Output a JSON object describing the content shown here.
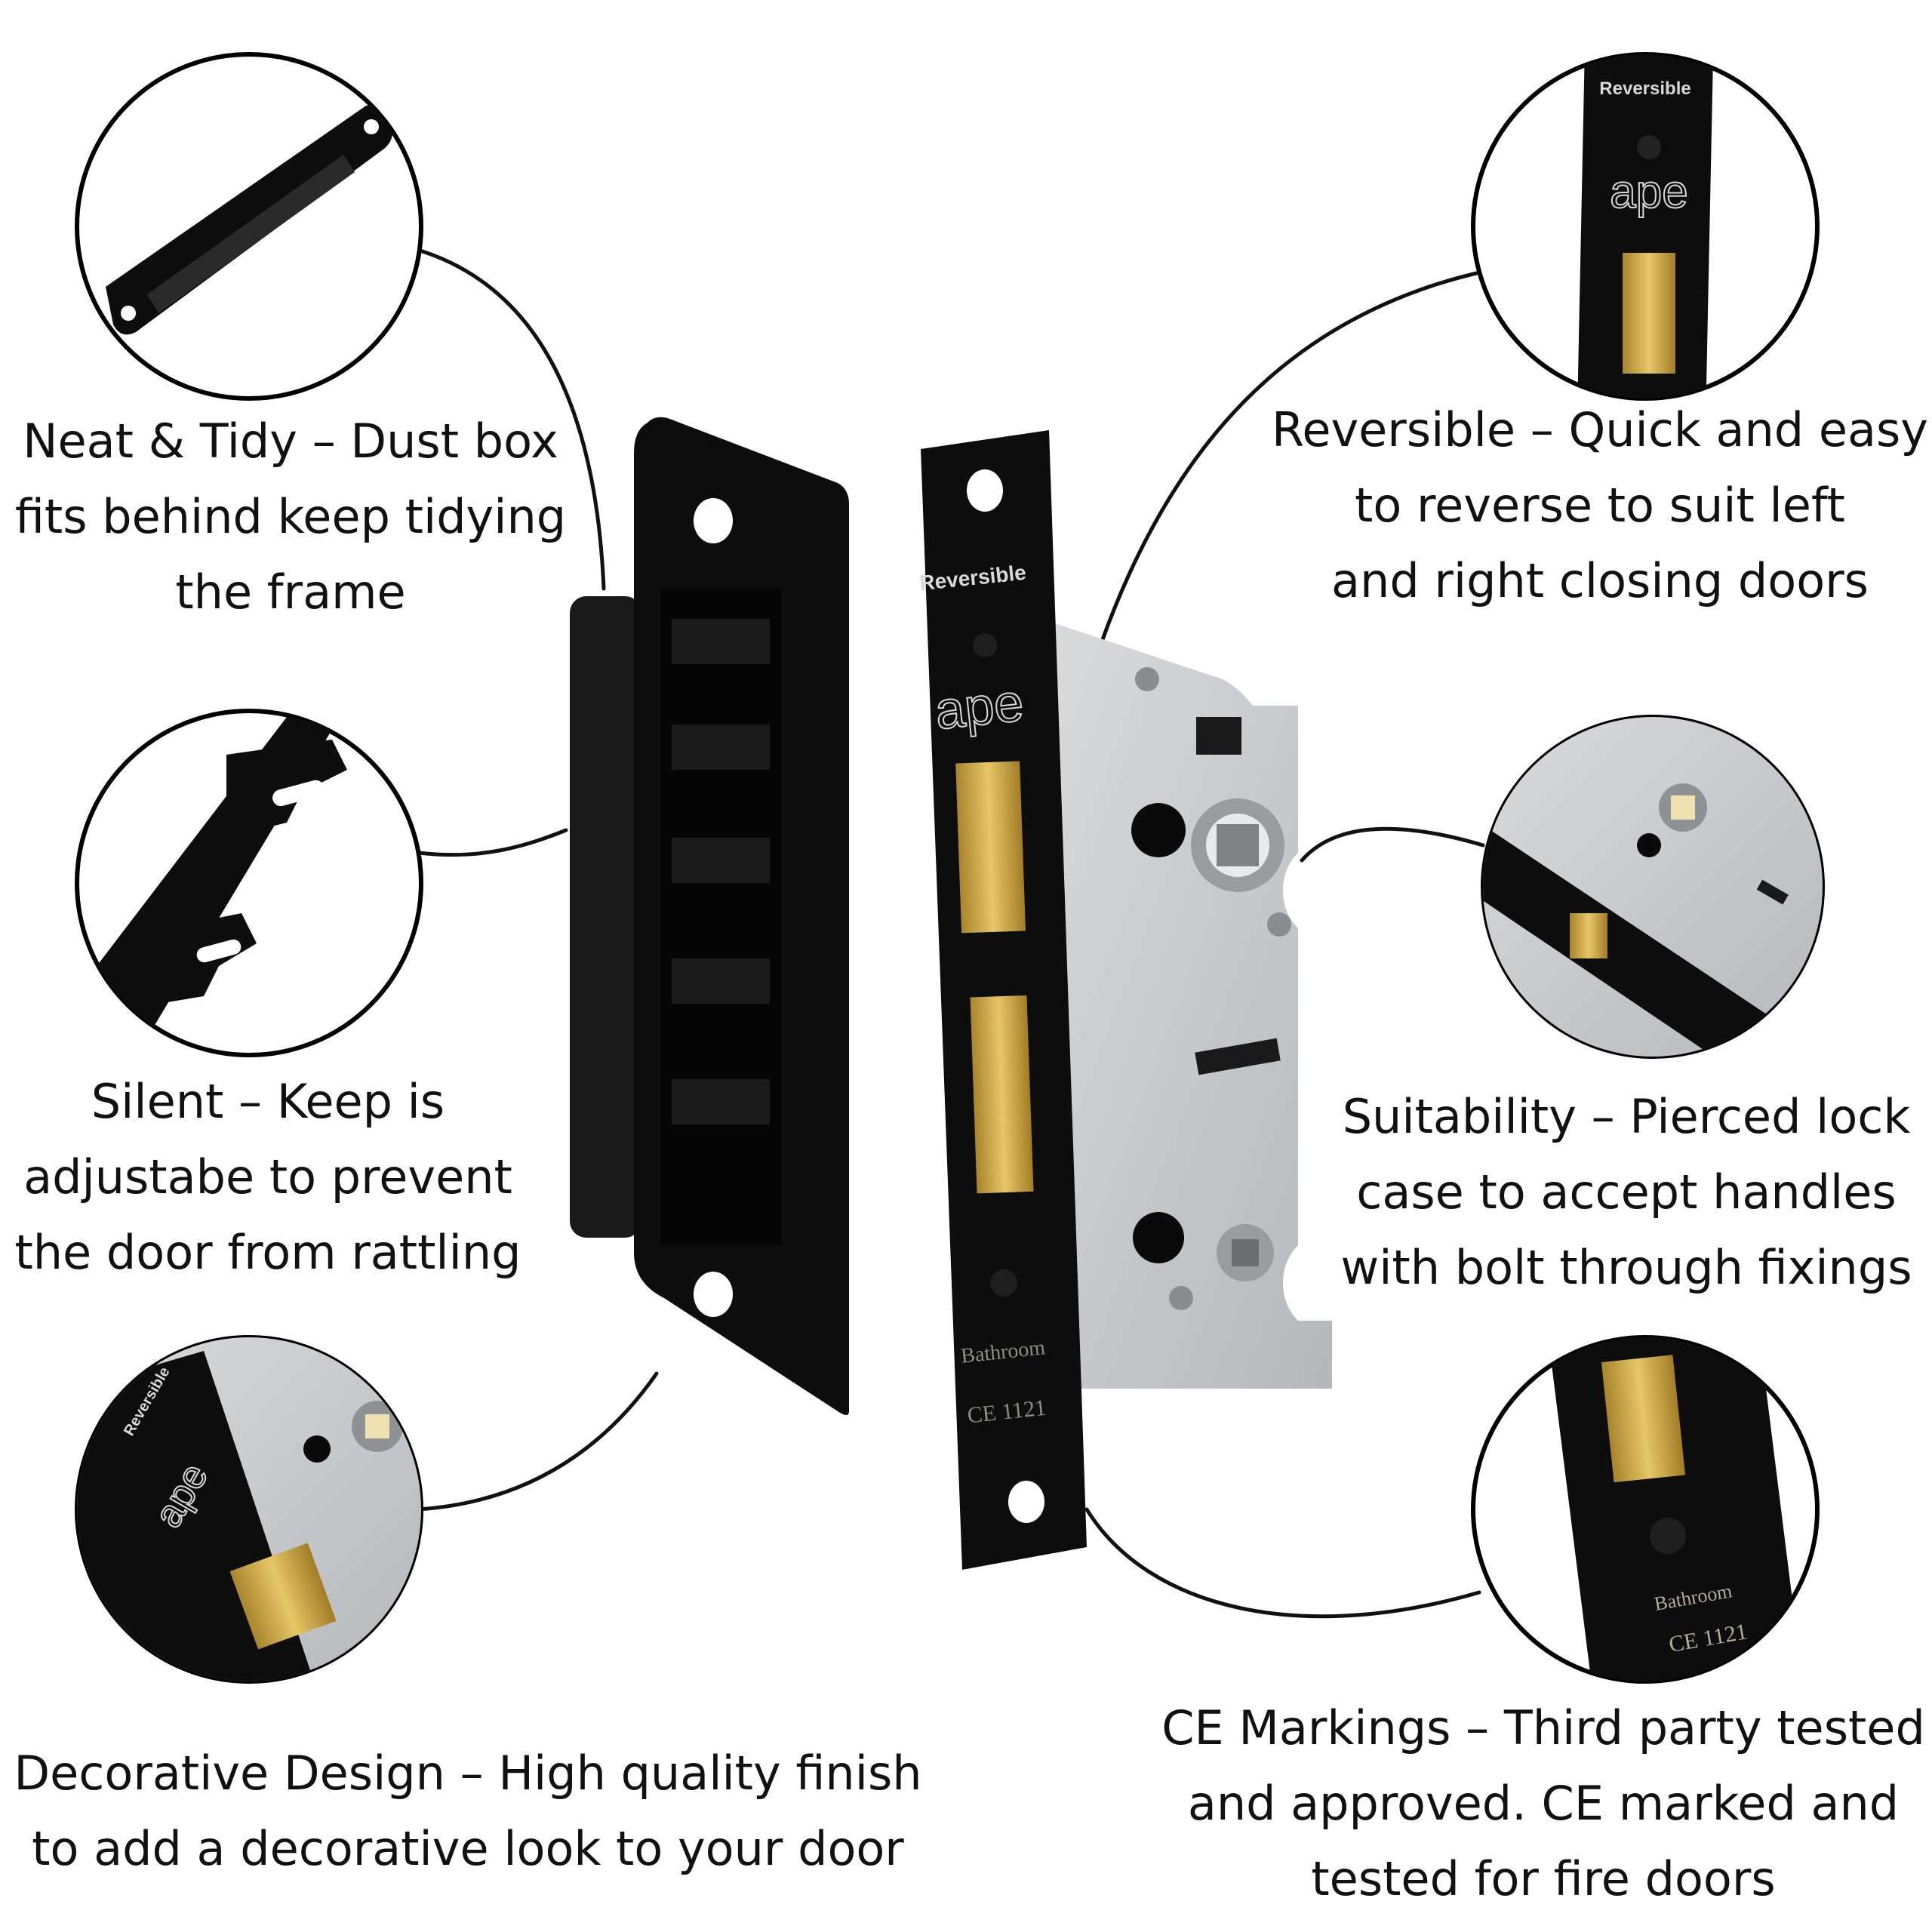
{
  "features": [
    {
      "id": "neat-tidy",
      "lines": [
        "Neat & Tidy – Dust box",
        "fits behind keep tidying",
        "the frame"
      ]
    },
    {
      "id": "silent",
      "lines": [
        "Silent – Keep is",
        "adjustabe to prevent",
        "the door from rattling"
      ]
    },
    {
      "id": "decorative",
      "lines": [
        "Decorative Design – High quality finish",
        "to add a decorative look to your door"
      ]
    },
    {
      "id": "reversible",
      "lines": [
        "Reversible – Quick and easy",
        "to reverse to suit left",
        "and right closing doors"
      ]
    },
    {
      "id": "suitability",
      "lines": [
        "Suitability – Pierced lock",
        "case to accept handles",
        "with bolt through fixings"
      ]
    },
    {
      "id": "ce-markings",
      "lines": [
        "CE Markings – Third party tested",
        "and approved. CE marked and",
        "tested for fire doors"
      ]
    }
  ],
  "product_markings": {
    "reversible": "Reversible",
    "brand": "ape",
    "function": "Bathroom",
    "certification": "CE 1121"
  },
  "colors": {
    "finish_black": "#0d0d0d",
    "case_silver": "#c9ccce",
    "brass_bolt": "#c9a441",
    "connector_line": "#111111"
  }
}
